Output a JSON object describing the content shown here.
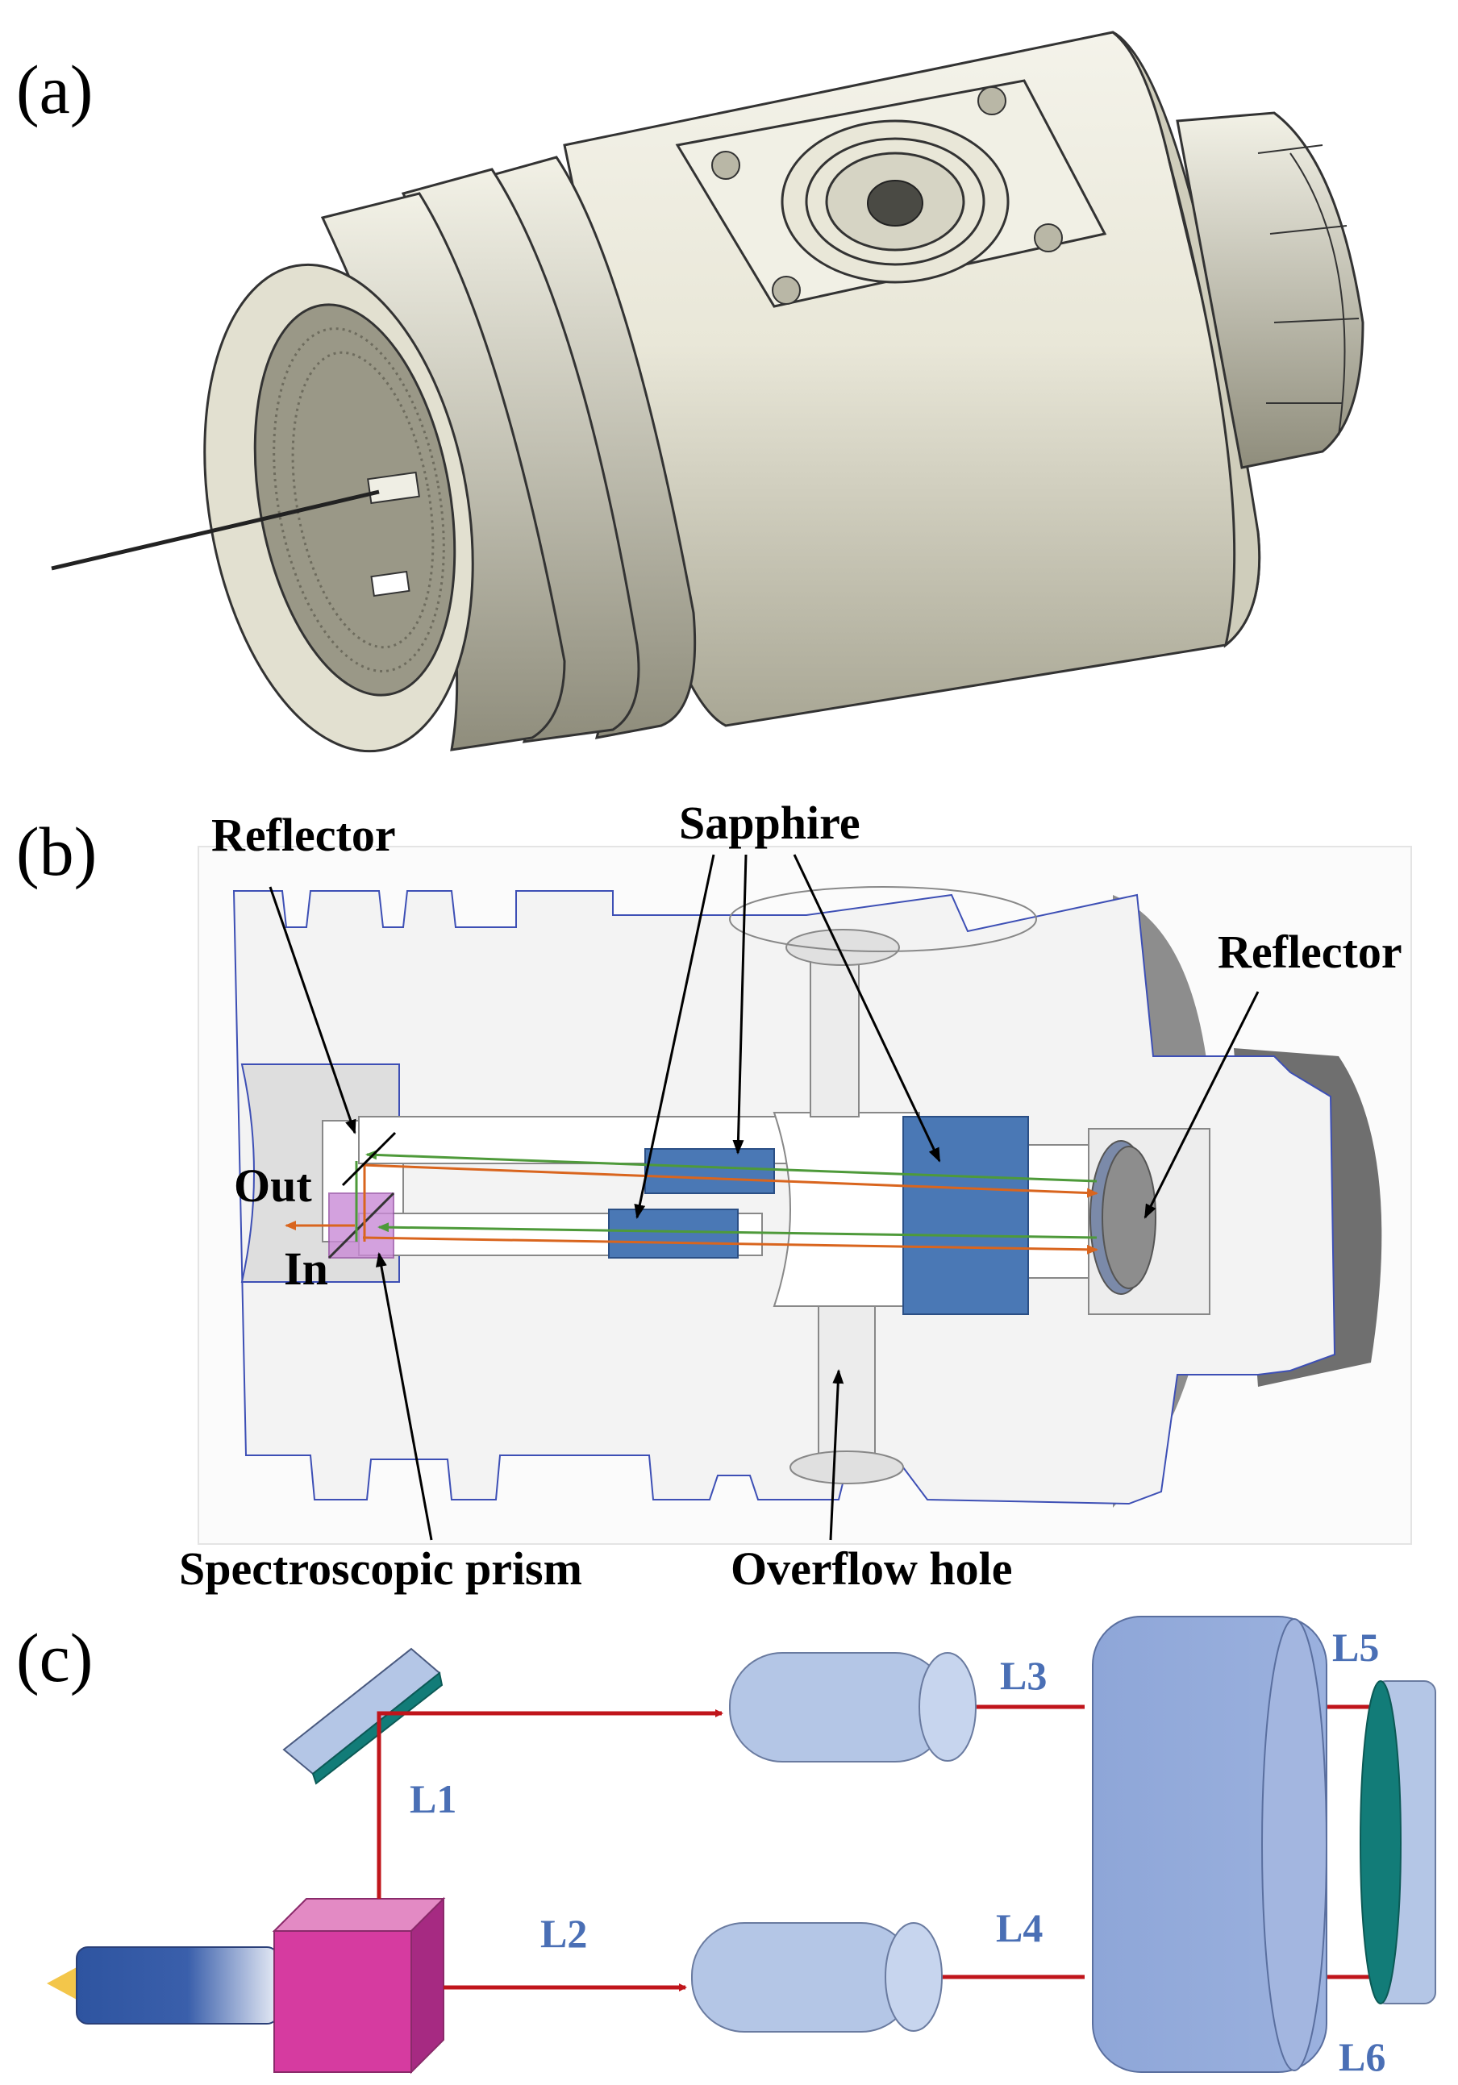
{
  "panels": {
    "a": {
      "label": "(a)"
    },
    "b": {
      "label": "(b)",
      "callouts": {
        "reflector_left": "Reflector",
        "reflector_right": "Reflector",
        "sapphire": "Sapphire",
        "out": "Out",
        "in": "In",
        "spectroscopic_prism": "Spectroscopic prism",
        "overflow_hole": "Overflow hole"
      },
      "beam_colors": {
        "outgoing": "#d9651e",
        "return": "#4e9a3a"
      },
      "sapphire_color": "#4a78b5",
      "prism_color": "#c98ad6"
    },
    "c": {
      "label": "(c)",
      "beams": [
        "L1",
        "L2",
        "L3",
        "L4",
        "L5",
        "L6"
      ],
      "beam_color": "#c0151b",
      "cube_color": "#d63ba0",
      "lens_color": "#b4c6e6",
      "mirror_color": "#127c78"
    }
  }
}
